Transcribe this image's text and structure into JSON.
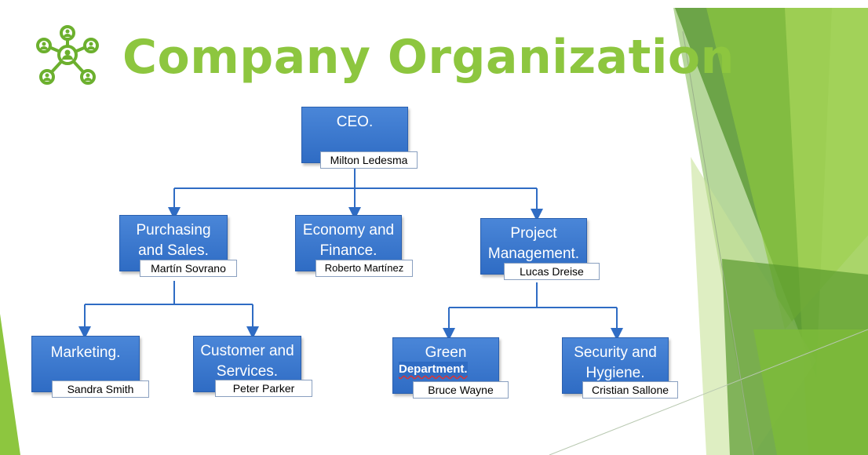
{
  "title": "Company Organization",
  "nodes": {
    "ceo": {
      "title": "CEO.",
      "person": "Milton Ledesma"
    },
    "purchasing": {
      "title": "Purchasing and Sales.",
      "person": "Martín Sovrano"
    },
    "economy": {
      "title": "Economy and Finance.",
      "person": "Roberto Martínez"
    },
    "project": {
      "title": "Project Management.",
      "person": "Lucas Dreise"
    },
    "marketing": {
      "title": "Marketing.",
      "person": "Sandra Smith"
    },
    "customer": {
      "title": "Customer and Services.",
      "person": "Peter Parker"
    },
    "green": {
      "title": "Green",
      "subtitle": "Department.",
      "person": "Bruce Wayne"
    },
    "security": {
      "title": "Security and Hygiene.",
      "person": "Cristian Sallone"
    }
  },
  "colors": {
    "title": "#8dc63f",
    "node_fill": "#2f6cc4",
    "connector": "#2f6cc4",
    "accent_green": "#6cb02e"
  },
  "icons": {
    "logo": "network-people-icon"
  }
}
